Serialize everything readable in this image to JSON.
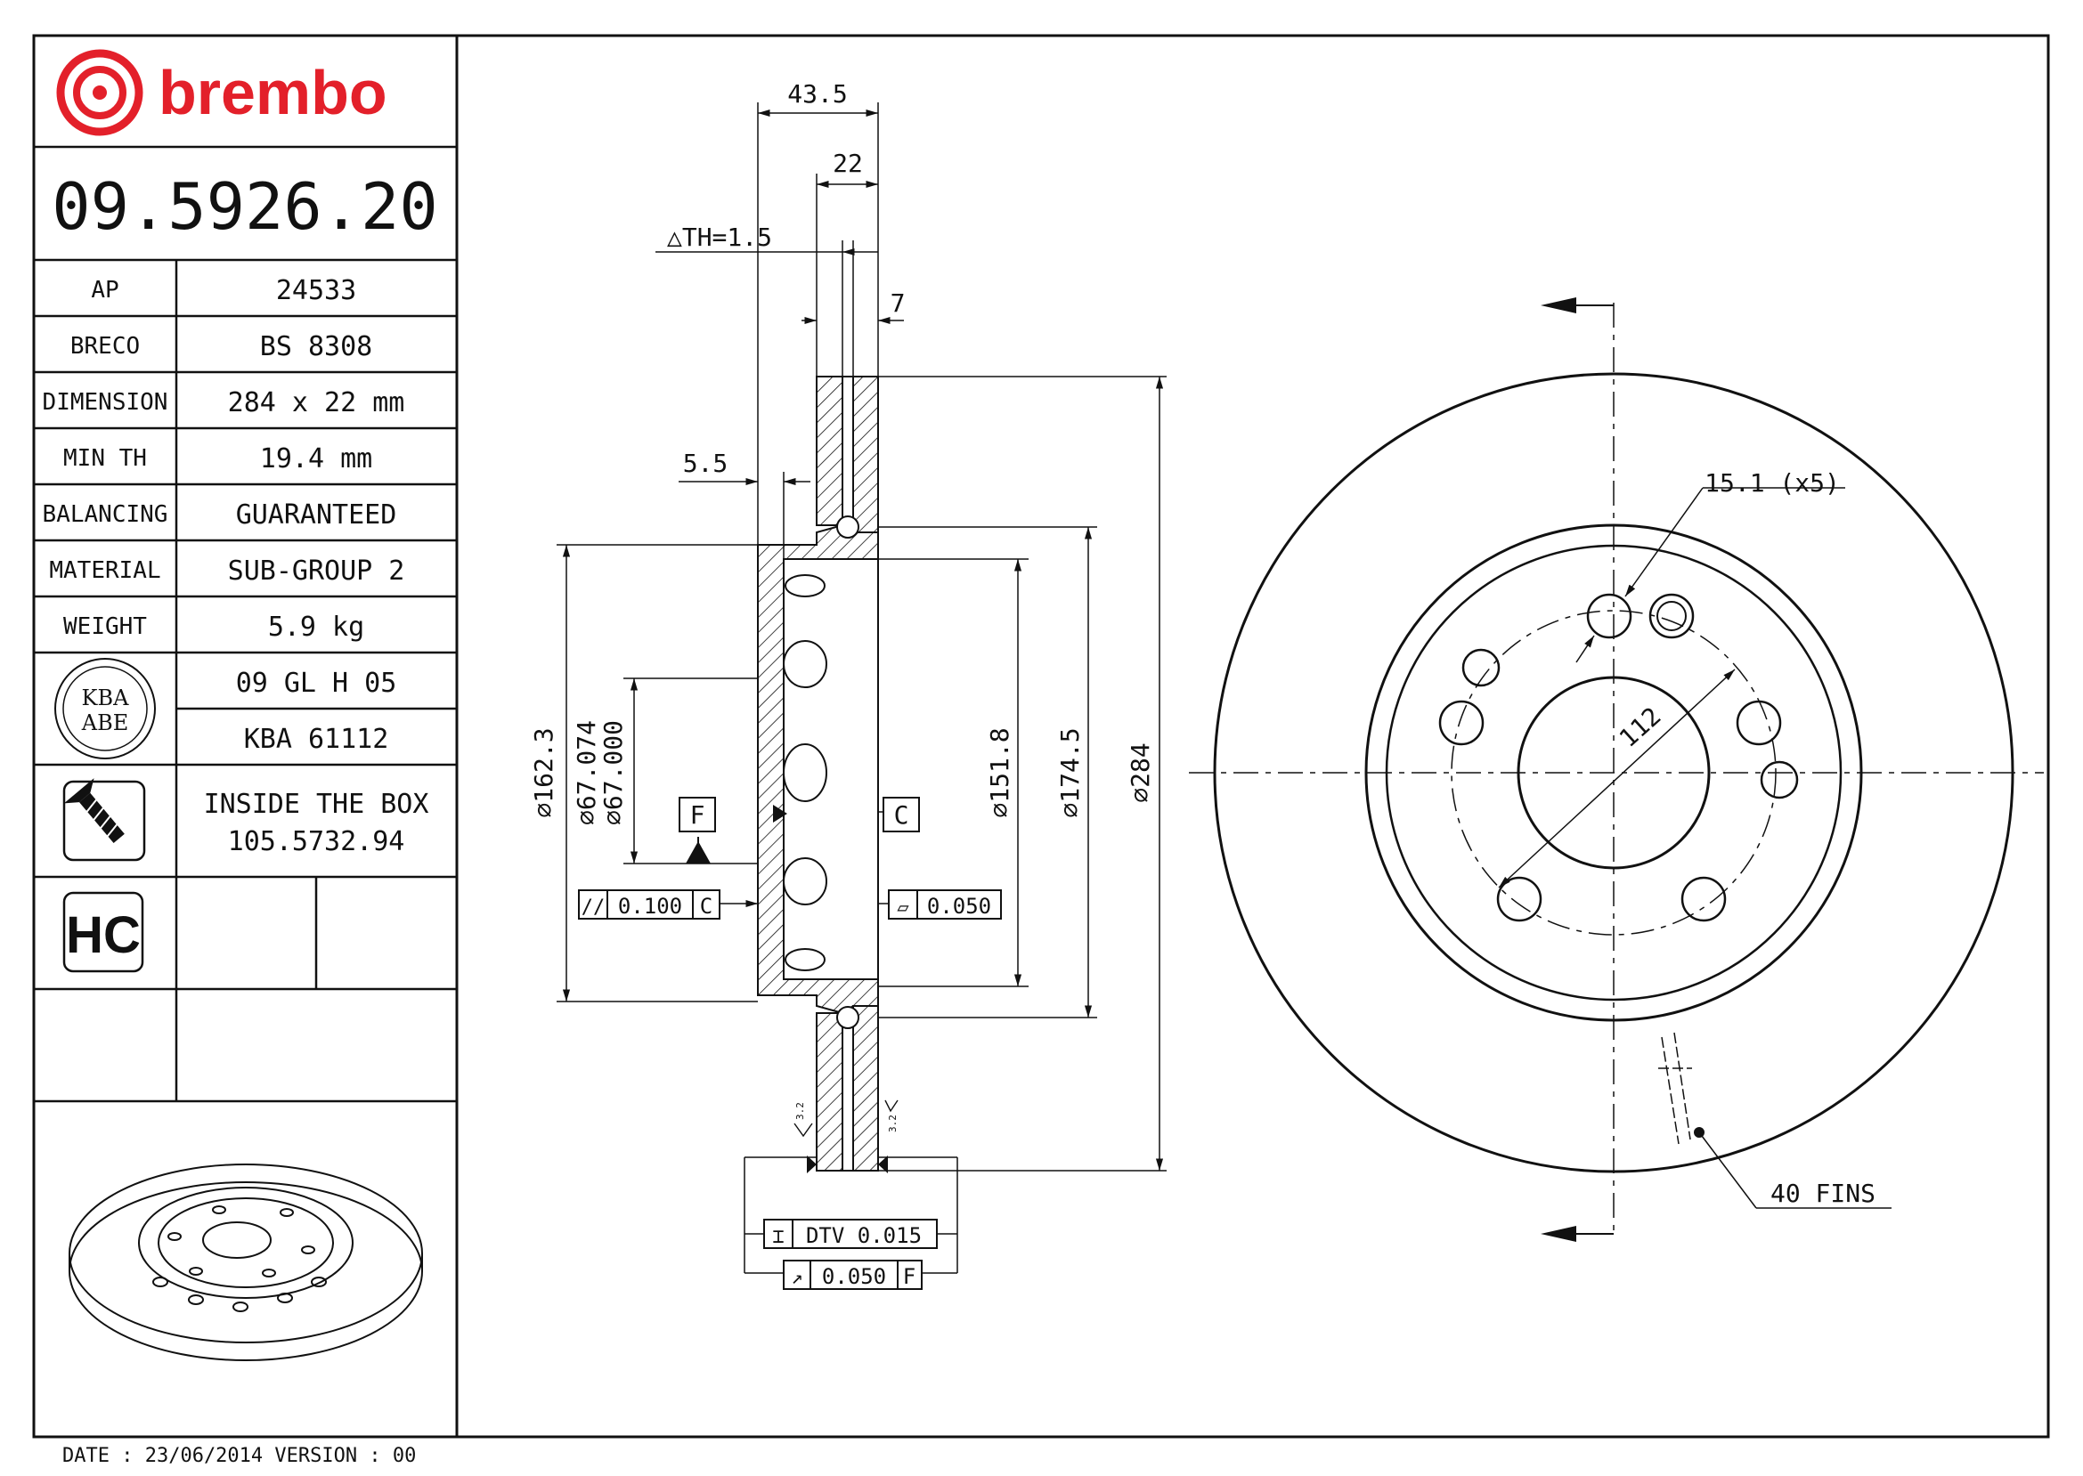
{
  "brand": {
    "name": "brembo",
    "color": "#e3202a",
    "logo": "brembo-logo"
  },
  "part_number": "09.5926.20",
  "specs": [
    {
      "label": "AP",
      "value": "24533"
    },
    {
      "label": "BRECO",
      "value": "BS 8308"
    },
    {
      "label": "DIMENSION",
      "value": "284 x 22 mm"
    },
    {
      "label": "MIN TH",
      "value": "19.4 mm"
    },
    {
      "label": "BALANCING",
      "value": "GUARANTEED"
    },
    {
      "label": "MATERIAL",
      "value": "SUB-GROUP 2"
    },
    {
      "label": "WEIGHT",
      "value": "5.9 kg"
    }
  ],
  "approval": {
    "seal": "KBA ABE",
    "seal_icon": "kba-abe-seal",
    "code1": "09 GL H 05",
    "code2": "KBA 61112"
  },
  "kit": {
    "icon": "screw-icon",
    "line1": "INSIDE THE BOX",
    "line2": "105.5732.94"
  },
  "hc": {
    "icon": "hc-icon",
    "text": "HC"
  },
  "footer": {
    "text": "DATE : 23/06/2014 VERSION : 00"
  },
  "section_view": {
    "dims": {
      "overall_width": "43.5",
      "thickness": "22",
      "th_tolerance": "△TH=1.5",
      "friction_face": "7",
      "hat_offset": "5.5",
      "d_162": "162.3",
      "d_67_max": "67.074",
      "d_67_min": "67.000",
      "d_151": "151.8",
      "d_174": "174.5",
      "d_284": "284",
      "roughness_1": "3.2",
      "roughness_2": "3.2"
    },
    "datums": {
      "f": "F",
      "c": "C"
    },
    "tolerances": {
      "parallelism": {
        "symbol": "//",
        "value": "0.100",
        "datum": "C"
      },
      "flatness": {
        "symbol": "▱",
        "value": "0.050"
      },
      "dtv": {
        "symbol": "⌶",
        "value": "DTV 0.015"
      },
      "runout": {
        "symbol": "↗",
        "value": "0.050",
        "datum": "F"
      }
    }
  },
  "front_view": {
    "bolt_hole": "15.1 (x5)",
    "pcd": "112",
    "fins": "40 FINS"
  }
}
